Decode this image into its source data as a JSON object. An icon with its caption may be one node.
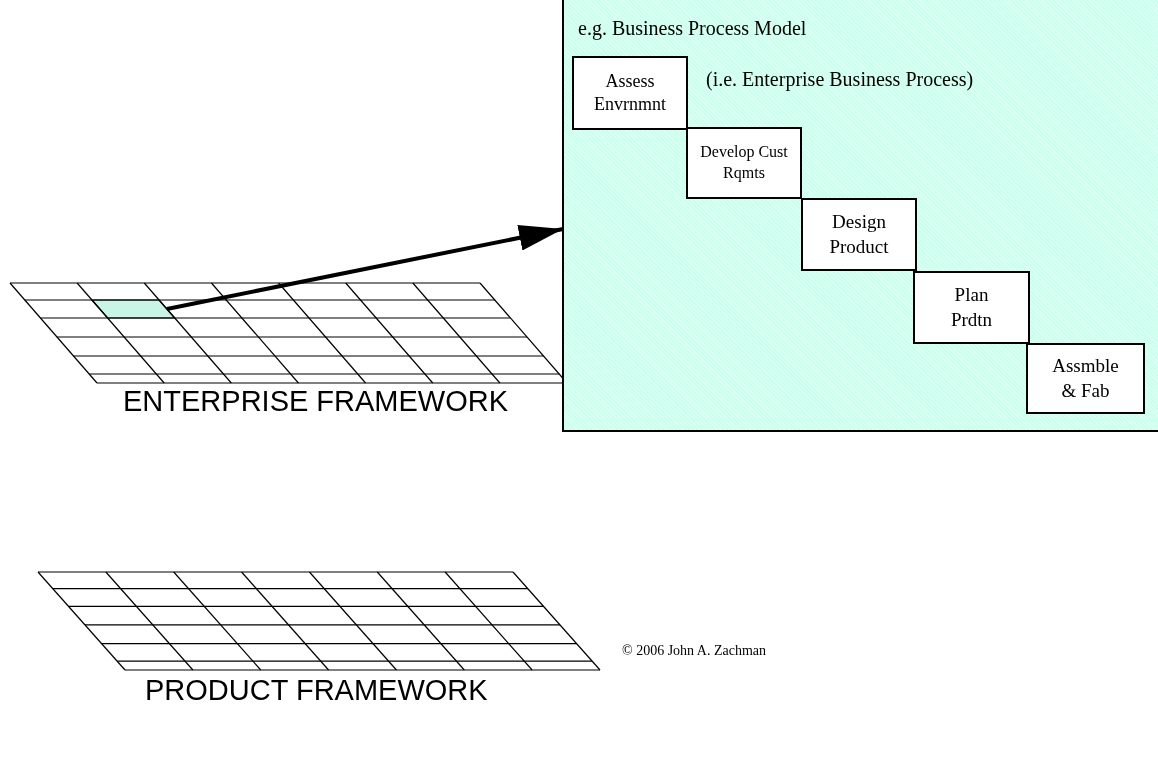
{
  "diagram": {
    "nodes": [
      {
        "text": [
          "ENTERPRISE FRAMEWORK"
        ]
      },
      {
        "text": [],
        "shape": "box",
        "in": 0
      },
      {
        "text": [
          "e.g. Business Process Model",
          "(i.e. Enterprise Business Process)"
        ]
      },
      {
        "text": [
          "Assess Envrnmnt"
        ],
        "in": 2
      },
      {
        "text": [
          "Develop Cust Rqmts"
        ],
        "in": 2
      },
      {
        "text": [
          "Design Product"
        ],
        "in": 2
      },
      {
        "text": [
          "Plan Prdtn"
        ],
        "in": 2
      },
      {
        "text": [
          "Assmble & Fab"
        ],
        "in": 2
      },
      {
        "text": [
          "PRODUCT FRAMEWORK"
        ]
      }
    ],
    "edges": [
      {
        "from": 1,
        "to": 2,
        "arrow": "to"
      }
    ],
    "labels": [
      "© 2006 John A. Zachman"
    ]
  }
}
